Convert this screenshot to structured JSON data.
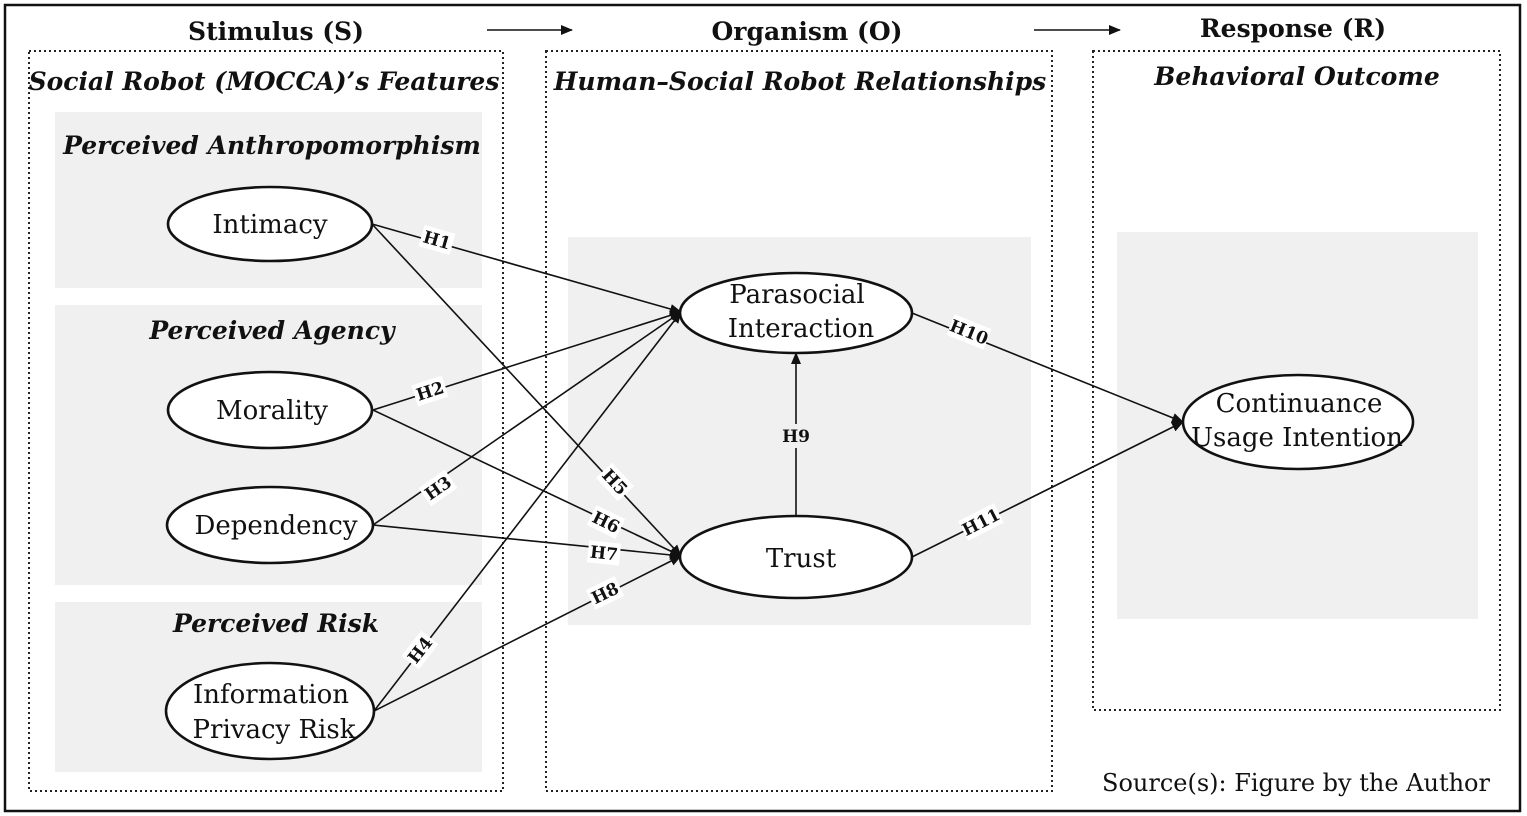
{
  "stages": {
    "stimulus": "Stimulus (S)",
    "organism": "Organism (O)",
    "response": "Response (R)"
  },
  "columns": {
    "stimulus": "Social Robot (MOCCA)’s Features",
    "organism": "Human–Social Robot Relationships",
    "response": "Behavioral Outcome"
  },
  "groups": {
    "anthropomorphism": "Perceived Anthropomorphism",
    "agency": "Perceived Agency",
    "risk": "Perceived Risk"
  },
  "nodes": {
    "intimacy": [
      "Intimacy"
    ],
    "morality": [
      "Morality"
    ],
    "dependency": [
      "Dependency"
    ],
    "privacy": [
      "Information",
      "Privacy Risk"
    ],
    "parasocial": [
      "Parasocial",
      "Interaction"
    ],
    "trust": [
      "Trust"
    ],
    "continuance": [
      "Continuance",
      "Usage Intention"
    ]
  },
  "hypotheses": {
    "h1": "H1",
    "h2": "H2",
    "h3": "H3",
    "h4": "H4",
    "h5": "H5",
    "h6": "H6",
    "h7": "H7",
    "h8": "H8",
    "h9": "H9",
    "h10": "H10",
    "h11": "H11"
  },
  "source": "Source(s): Figure by the Author",
  "colors": {
    "panel": "#f0f0f0",
    "stroke": "#111111"
  }
}
